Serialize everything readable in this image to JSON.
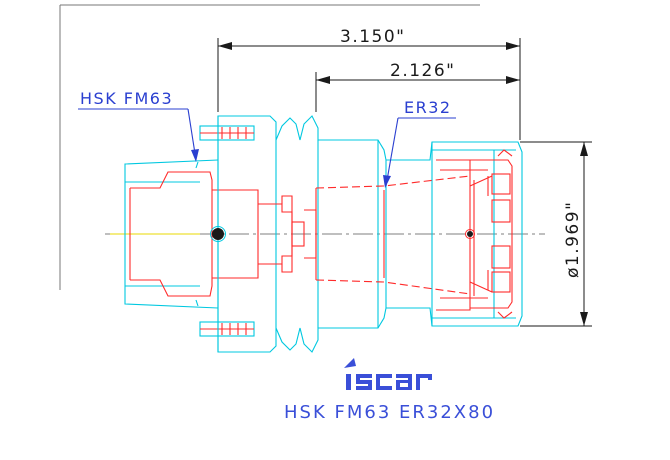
{
  "dimensions": {
    "overall_length": "3.150\"",
    "gauge_length": "2.126\"",
    "diameter": "ø1.969\""
  },
  "labels": {
    "shank": "HSK FM63",
    "collet": "ER32"
  },
  "brand": {
    "logo_text": "iscar",
    "product_code": "HSK FM63 ER32X80"
  },
  "colors": {
    "outline": "#00c8e0",
    "hidden": "#ff2a2a",
    "dimension": "#1a1a1a",
    "annotation": "#2a3fd0"
  }
}
